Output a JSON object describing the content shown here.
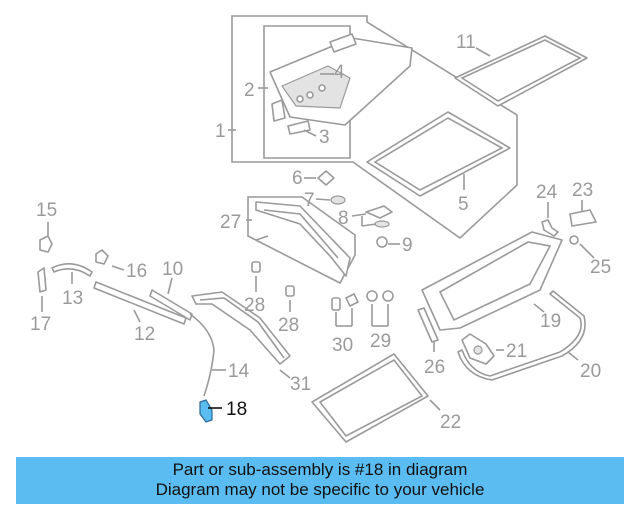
{
  "diagram": {
    "highlight_color": "#5bbcf2",
    "line_color": "#9a9a9a",
    "highlighted_part": "18",
    "callouts": [
      "1",
      "2",
      "3",
      "4",
      "5",
      "6",
      "7",
      "8",
      "9",
      "10",
      "11",
      "12",
      "13",
      "14",
      "15",
      "16",
      "17",
      "18",
      "19",
      "20",
      "21",
      "22",
      "23",
      "24",
      "25",
      "26",
      "27",
      "28",
      "28",
      "29",
      "30",
      "31"
    ]
  },
  "caption": {
    "line1": "Part or sub-assembly is #18 in diagram",
    "line2": "Diagram may not be specific to your vehicle"
  }
}
